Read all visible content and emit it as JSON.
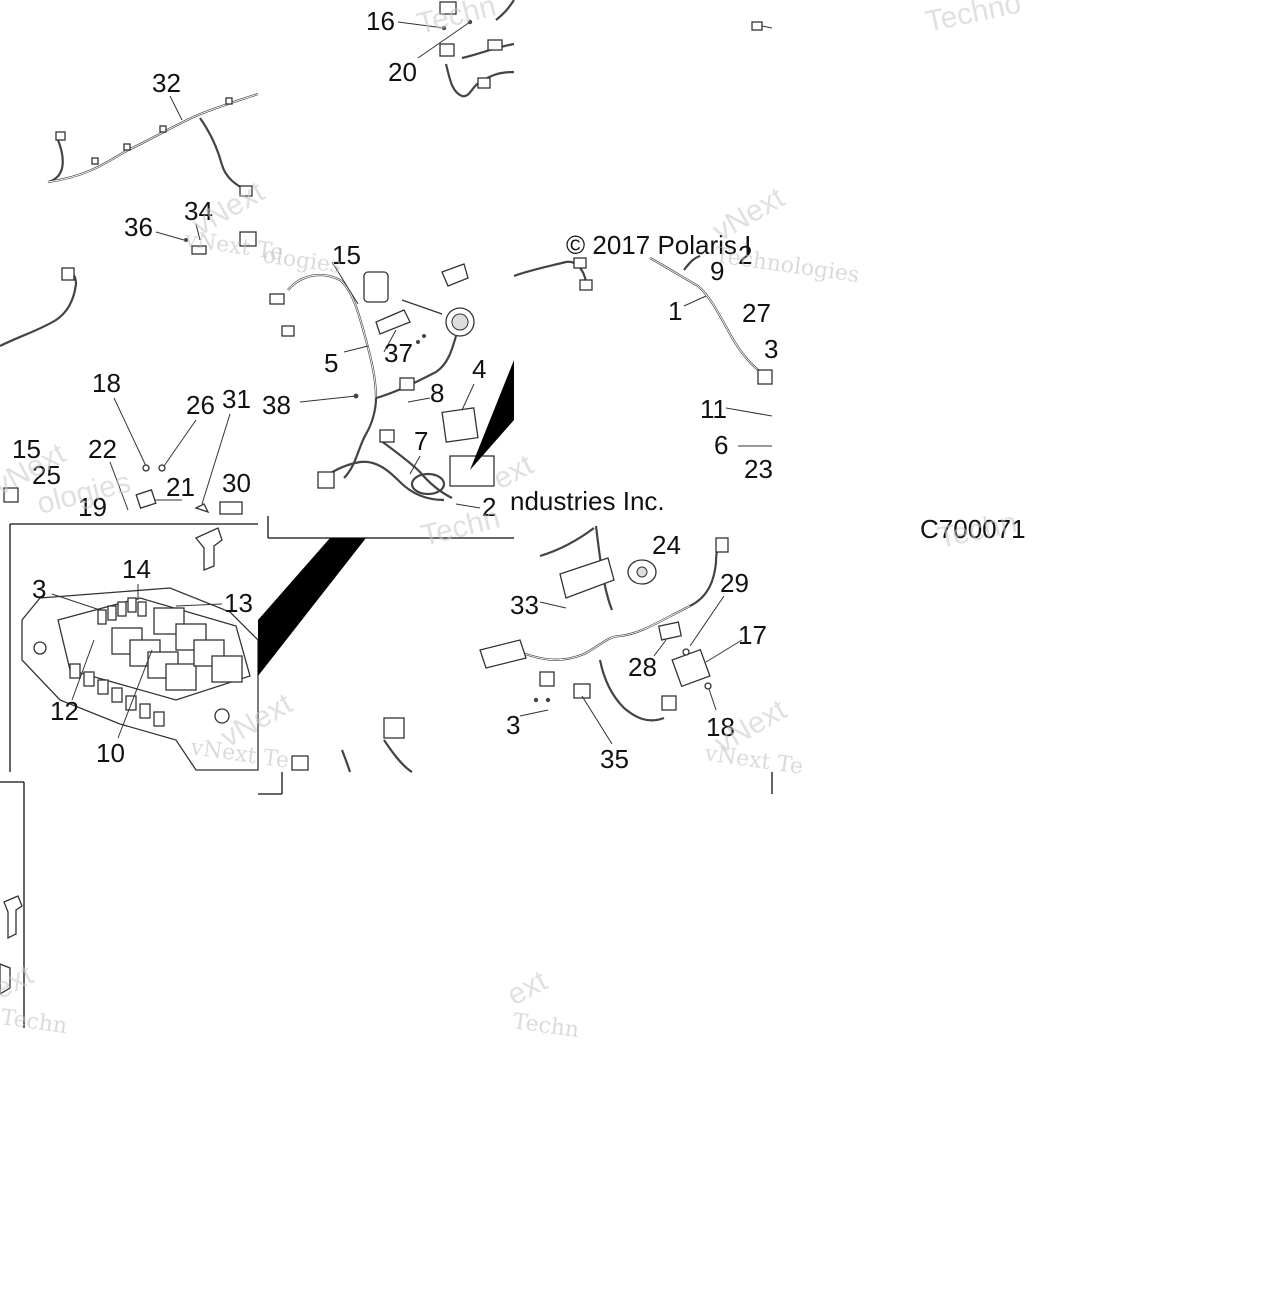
{
  "diagram": {
    "copyright": "© 2017 Polaris I",
    "copyright_fragment": "ndustries Inc.",
    "drawing_code": "C700071",
    "watermarks": [
      "Techno",
      "vNext",
      "vNext Te",
      "ologies",
      "Techn",
      "Technologies",
      "nologies",
      "ext"
    ],
    "callouts": [
      {
        "id": "c16",
        "label": "16"
      },
      {
        "id": "c20",
        "label": "20"
      },
      {
        "id": "c32",
        "label": "32"
      },
      {
        "id": "c34",
        "label": "34"
      },
      {
        "id": "c36",
        "label": "36"
      },
      {
        "id": "c15a",
        "label": "15"
      },
      {
        "id": "c5",
        "label": "5"
      },
      {
        "id": "c37",
        "label": "37"
      },
      {
        "id": "c4",
        "label": "4"
      },
      {
        "id": "c38",
        "label": "38"
      },
      {
        "id": "c8",
        "label": "8"
      },
      {
        "id": "c7",
        "label": "7"
      },
      {
        "id": "c2a",
        "label": "2"
      },
      {
        "id": "c18a",
        "label": "18"
      },
      {
        "id": "c26",
        "label": "26"
      },
      {
        "id": "c31",
        "label": "31"
      },
      {
        "id": "c15b",
        "label": "15"
      },
      {
        "id": "c25",
        "label": "25"
      },
      {
        "id": "c22",
        "label": "22"
      },
      {
        "id": "c21",
        "label": "21"
      },
      {
        "id": "c30",
        "label": "30"
      },
      {
        "id": "c19",
        "label": "19"
      },
      {
        "id": "c9",
        "label": "9"
      },
      {
        "id": "c2b",
        "label": "2"
      },
      {
        "id": "c1",
        "label": "1"
      },
      {
        "id": "c27",
        "label": "27"
      },
      {
        "id": "c3a",
        "label": "3"
      },
      {
        "id": "c11",
        "label": "11"
      },
      {
        "id": "c6",
        "label": "6"
      },
      {
        "id": "c23",
        "label": "23"
      },
      {
        "id": "c3b",
        "label": "3"
      },
      {
        "id": "c14",
        "label": "14"
      },
      {
        "id": "c13",
        "label": "13"
      },
      {
        "id": "c12",
        "label": "12"
      },
      {
        "id": "c10",
        "label": "10"
      },
      {
        "id": "c24",
        "label": "24"
      },
      {
        "id": "c33",
        "label": "33"
      },
      {
        "id": "c29",
        "label": "29"
      },
      {
        "id": "c17",
        "label": "17"
      },
      {
        "id": "c28",
        "label": "28"
      },
      {
        "id": "c18b",
        "label": "18"
      },
      {
        "id": "c35",
        "label": "35"
      },
      {
        "id": "c3c",
        "label": "3"
      }
    ]
  }
}
